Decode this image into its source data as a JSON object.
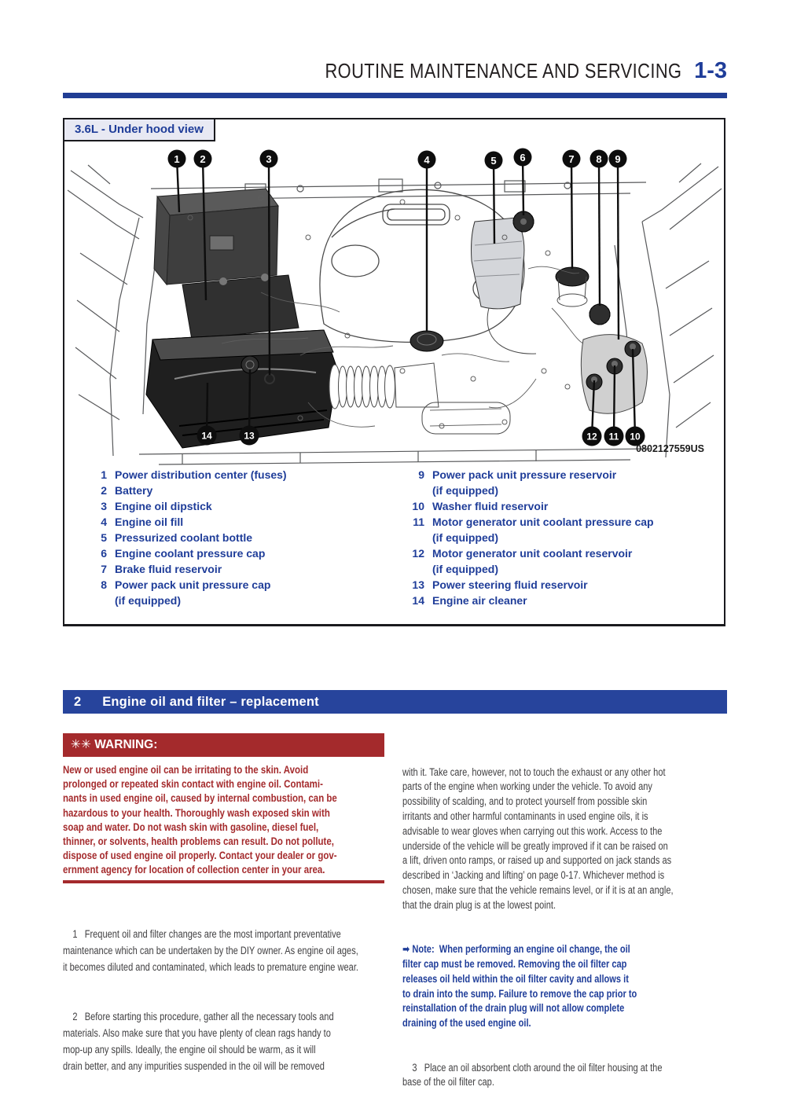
{
  "header": {
    "title": "ROUTINE MAINTENANCE AND SERVICING",
    "page_number": "1-3"
  },
  "figure": {
    "tab_label": "3.6L - Under hood view",
    "figure_code": "0802127559US",
    "callouts": {
      "c1": "1",
      "c2": "2",
      "c3": "3",
      "c4": "4",
      "c5": "5",
      "c6": "6",
      "c7": "7",
      "c8": "8",
      "c9": "9",
      "c10": "10",
      "c11": "11",
      "c12": "12",
      "c13": "13",
      "c14": "14"
    },
    "legend_left": [
      {
        "num": "1",
        "label": "Power distribution center (fuses)"
      },
      {
        "num": "2",
        "label": "Battery"
      },
      {
        "num": "3",
        "label": "Engine oil dipstick"
      },
      {
        "num": "4",
        "label": "Engine oil fill"
      },
      {
        "num": "5",
        "label": "Pressurized coolant bottle"
      },
      {
        "num": "6",
        "label": "Engine coolant pressure cap"
      },
      {
        "num": "7",
        "label": "Brake fluid reservoir"
      },
      {
        "num": "8",
        "label": "Power pack unit pressure cap",
        "label2": "(if equipped)"
      }
    ],
    "legend_right": [
      {
        "num": "9",
        "label": "Power pack unit pressure reservoir",
        "label2": "(if equipped)"
      },
      {
        "num": "10",
        "label": "Washer fluid reservoir"
      },
      {
        "num": "11",
        "label": "Motor generator unit coolant pressure cap",
        "label2": "(if equipped)"
      },
      {
        "num": "12",
        "label": "Motor generator unit coolant reservoir",
        "label2": "(if equipped)"
      },
      {
        "num": "13",
        "label": "Power steering fluid reservoir"
      },
      {
        "num": "14",
        "label": "Engine air cleaner"
      }
    ]
  },
  "section_bar": {
    "number": "2",
    "title": "Engine oil and filter – replacement"
  },
  "warning": {
    "header": "✳✳ WARNING:",
    "body": "New or used engine oil can be irritating to the skin. Avoid\nprolonged or repeated skin contact with engine oil. Contami-\nnants in used engine oil, caused by internal combustion, can be\nhazardous to your health. Thoroughly wash exposed skin with\nsoap and water. Do not wash skin with gasoline, diesel fuel,\nthinner, or solvents, health problems can result. Do not pollute,\ndispose of used engine oil properly. Contact your dealer or gov-\nernment agency for location of collection center in your area."
  },
  "left_column": {
    "para1": "    1   Frequent oil and filter changes are the most important preventative\nmaintenance which can be undertaken by the DIY owner. As engine oil ages,\nit becomes diluted and contaminated, which leads to premature engine wear.",
    "para2": "    2   Before starting this procedure, gather all the necessary tools and\nmaterials. Also make sure that you have plenty of clean rags handy to\nmop-up any spills. Ideally, the engine oil should be warm, as it will\ndrain better, and any impurities suspended in the oil will be removed"
  },
  "right_column": {
    "para1": "with it. Take care, however, not to touch the exhaust or any other hot\nparts of the engine when working under the vehicle. To avoid any\npossibility of scalding, and to protect yourself from possible skin\nirritants and other harmful contaminants in used engine oils, it is\nadvisable to wear gloves when carrying out this work. Access to the\nunderside of the vehicle will be greatly improved if it can be raised on\na lift, driven onto ramps, or raised up and supported on jack stands as\ndescribed in ‘Jacking and lifting’ on page 0-17. Whichever method is\nchosen, make sure that the vehicle remains level, or if it is at an angle,\nthat the drain plug is at the lowest point.",
    "note": "➡ Note:  When performing an engine oil change, the oil\nfilter cap must be removed. Removing the oil filter cap\nreleases oil held within the oil filter cavity and allows it\nto drain into the sump. Failure to remove the cap prior to\nreinstallation of the drain plug will not allow complete\ndraining of the used engine oil.",
    "para3": "    3   Place an oil absorbent cloth around the oil filter housing at the\nbase of the oil filter cap."
  },
  "colors": {
    "navy_blue": "#1f3d99",
    "section_bar_blue": "#27449c",
    "rule_blue": "#203d94",
    "warning_red": "#a42a2c",
    "body_text": "#414042"
  }
}
